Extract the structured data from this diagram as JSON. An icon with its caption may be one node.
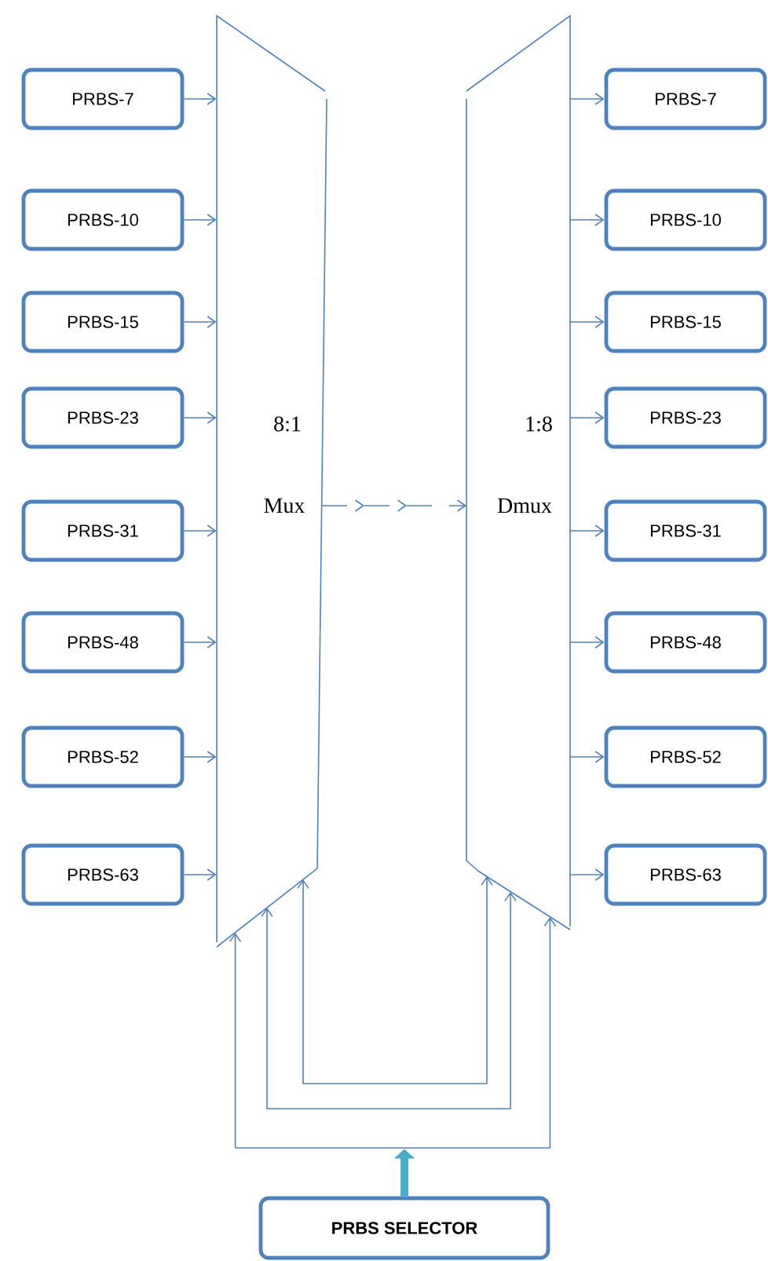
{
  "diagram": {
    "nodes": [
      {
        "text": [
          "PRBS-7"
        ]
      },
      {
        "text": [
          "PRBS-10"
        ]
      },
      {
        "text": [
          "PRBS-15"
        ]
      },
      {
        "text": [
          "PRBS-23"
        ]
      },
      {
        "text": [
          "PRBS-31"
        ]
      },
      {
        "text": [
          "PRBS-48"
        ]
      },
      {
        "text": [
          "PRBS-52"
        ]
      },
      {
        "text": [
          "PRBS-63"
        ]
      },
      {
        "text": [
          "8:1",
          "Mux"
        ]
      },
      {
        "text": [
          "1:8",
          "Dmux"
        ]
      },
      {
        "text": [
          "PRBS-7"
        ]
      },
      {
        "text": [
          "PRBS-10"
        ]
      },
      {
        "text": [
          "PRBS-15"
        ]
      },
      {
        "text": [
          "PRBS-23"
        ]
      },
      {
        "text": [
          "PRBS-31"
        ]
      },
      {
        "text": [
          "PRBS-48"
        ]
      },
      {
        "text": [
          "PRBS-52"
        ]
      },
      {
        "text": [
          "PRBS-63"
        ]
      },
      {
        "text": [
          "PRBS SELECTOR"
        ]
      },
      {
        "text": [],
        "shape": "bar"
      }
    ],
    "edges": [
      {
        "from": 0,
        "to": 8,
        "arrow": "to"
      },
      {
        "from": 1,
        "to": 8,
        "arrow": "to"
      },
      {
        "from": 2,
        "to": 8,
        "arrow": "to"
      },
      {
        "from": 3,
        "to": 8,
        "arrow": "to"
      },
      {
        "from": 4,
        "to": 8,
        "arrow": "to"
      },
      {
        "from": 5,
        "to": 8,
        "arrow": "to"
      },
      {
        "from": 6,
        "to": 8,
        "arrow": "to"
      },
      {
        "from": 7,
        "to": 8,
        "arrow": "to"
      },
      {
        "from": 8,
        "to": 9,
        "arrow": "to",
        "style": "dashed"
      },
      {
        "from": 9,
        "to": 10,
        "arrow": "to"
      },
      {
        "from": 9,
        "to": 11,
        "arrow": "to"
      },
      {
        "from": 9,
        "to": 12,
        "arrow": "to"
      },
      {
        "from": 9,
        "to": 13,
        "arrow": "to"
      },
      {
        "from": 9,
        "to": 14,
        "arrow": "to"
      },
      {
        "from": 9,
        "to": 15,
        "arrow": "to"
      },
      {
        "from": 9,
        "to": 16,
        "arrow": "to"
      },
      {
        "from": 9,
        "to": 17,
        "arrow": "to"
      },
      {
        "from": 18,
        "to": 19,
        "arrow": "to",
        "style": "thick",
        "color": "#4bacc6"
      },
      {
        "from": 19,
        "to": 8,
        "arrow": "to"
      },
      {
        "from": 19,
        "to": 9,
        "arrow": "to"
      },
      {
        "from": 8,
        "to": 9,
        "arrow": "both"
      },
      {
        "from": 8,
        "to": 9,
        "arrow": "both"
      }
    ]
  }
}
